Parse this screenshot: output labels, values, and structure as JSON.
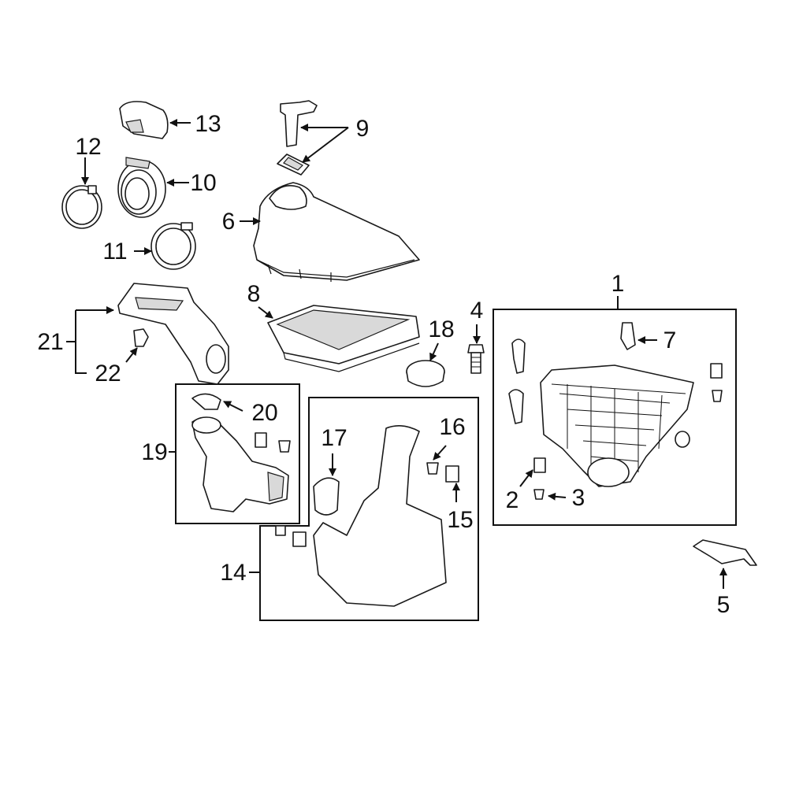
{
  "callouts": {
    "c1": "1",
    "c2": "2",
    "c3": "3",
    "c4": "4",
    "c5": "5",
    "c6": "6",
    "c7": "7",
    "c8": "8",
    "c9": "9",
    "c10": "10",
    "c11": "11",
    "c12": "12",
    "c13": "13",
    "c14": "14",
    "c15": "15",
    "c16": "16",
    "c17": "17",
    "c18": "18",
    "c19": "19",
    "c20": "20",
    "c21": "21",
    "c22": "22"
  },
  "colors": {
    "line": "#111111",
    "background": "#ffffff",
    "shade": "#d9d9d9"
  }
}
